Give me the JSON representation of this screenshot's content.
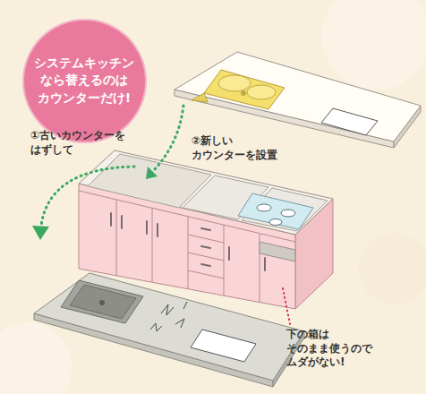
{
  "diagram": {
    "nodes": [
      {
        "text": [
          "システムキッチン なら替えるのは カウンターだけ!"
        ]
      }
    ],
    "labels": [
      "①古いカウンターを はずして",
      "②新しい カウンターを設置",
      "下の箱は そのまま使うので ムダがない!"
    ]
  }
}
